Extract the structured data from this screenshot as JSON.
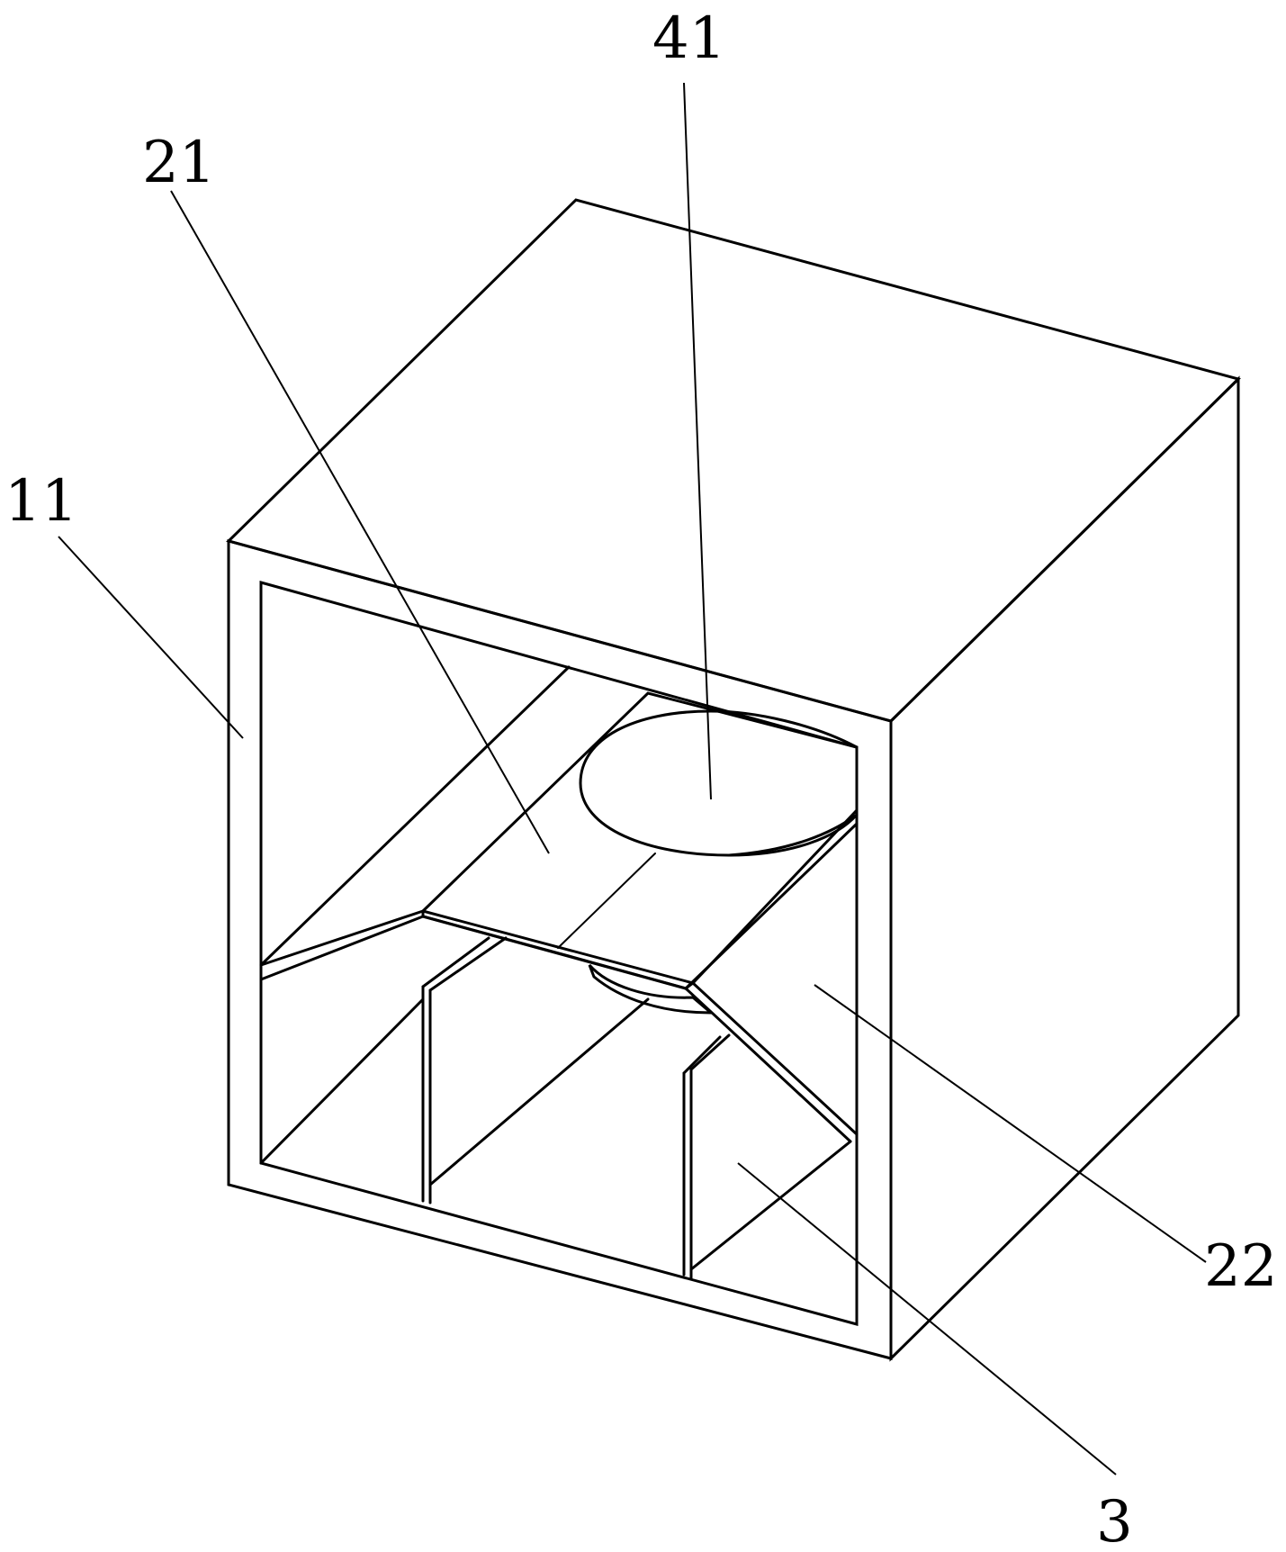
{
  "labels": {
    "l41": "41",
    "l21": "21",
    "l11": "11",
    "l22": "22",
    "l3": "3"
  },
  "colors": {
    "stroke": "#000000",
    "background": "#ffffff"
  }
}
